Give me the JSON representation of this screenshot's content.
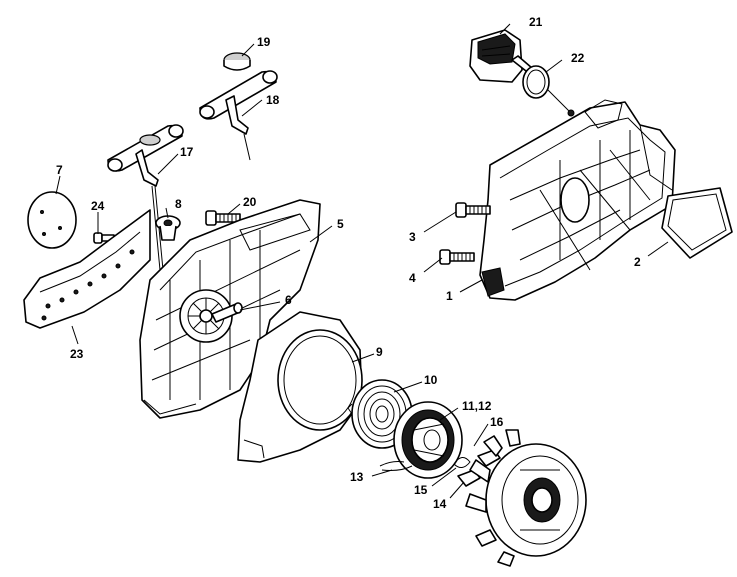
{
  "callouts": {
    "c1": "1",
    "c2": "2",
    "c3": "3",
    "c4": "4",
    "c5": "5",
    "c6": "6",
    "c7": "7",
    "c8": "8",
    "c9": "9",
    "c10": "10",
    "c11_12": "11,12",
    "c13": "13",
    "c14": "14",
    "c15": "15",
    "c16": "16",
    "c17": "17",
    "c18": "18",
    "c19": "19",
    "c20": "20",
    "c21": "21",
    "c22": "22",
    "c23": "23",
    "c24": "24"
  }
}
